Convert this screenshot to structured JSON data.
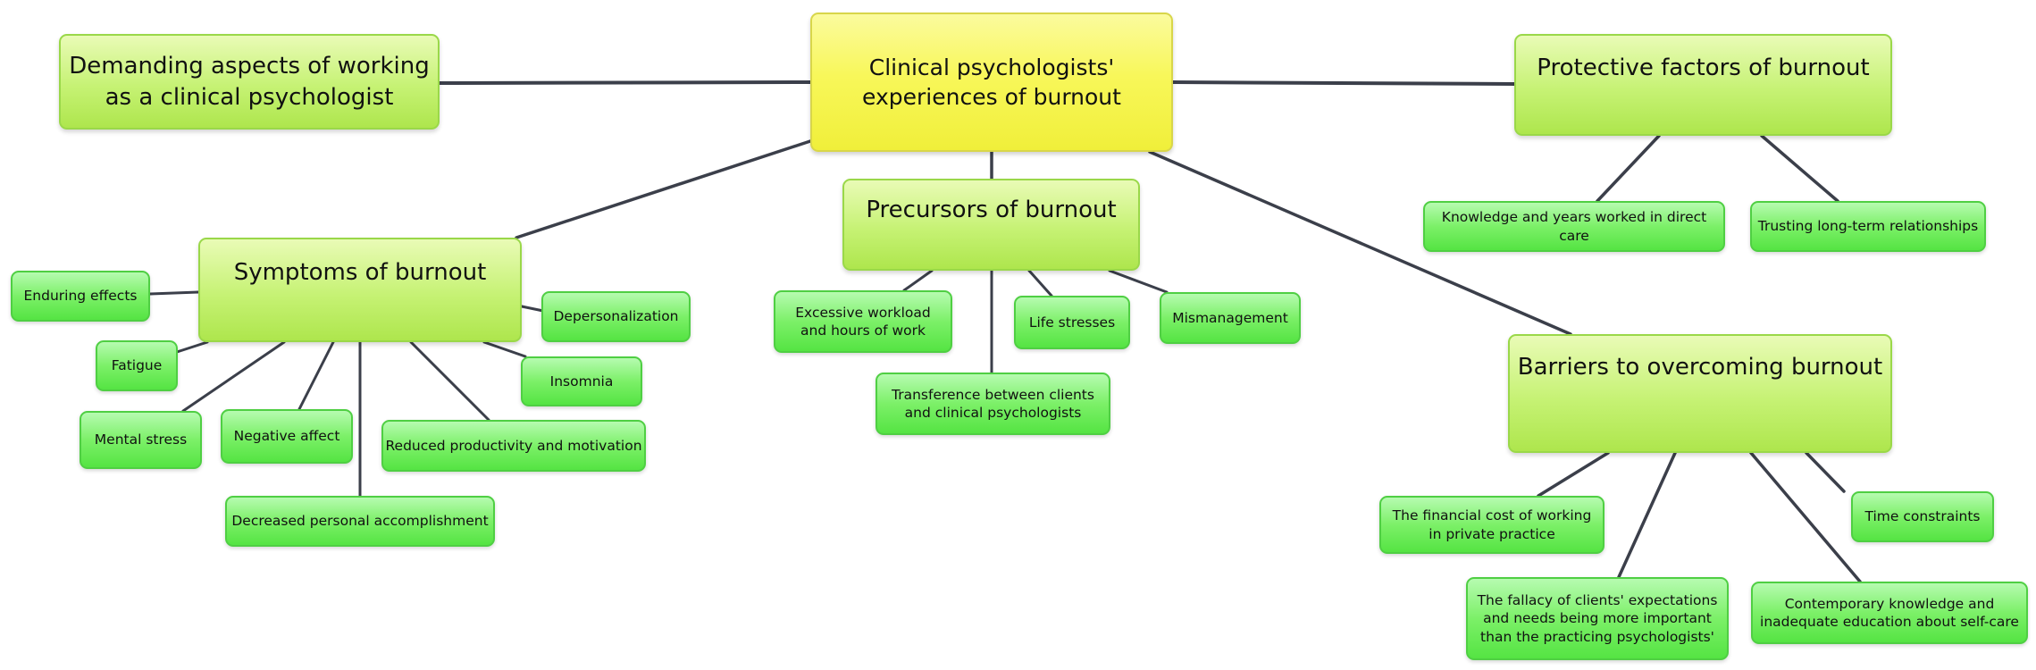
{
  "central": {
    "label": "Clinical psychologists'\nexperiences of burnout"
  },
  "topics": {
    "demanding": {
      "label": "Demanding aspects of working\nas a clinical psychologist"
    },
    "protective": {
      "label": "Protective factors of burnout"
    },
    "symptoms": {
      "label": "Symptoms of burnout"
    },
    "precursors": {
      "label": "Precursors of burnout"
    },
    "barriers": {
      "label": "Barriers to overcoming burnout"
    }
  },
  "leaves": {
    "protective": [
      "Knowledge and years worked in direct care",
      "Trusting long-term relationships"
    ],
    "symptoms": [
      "Enduring effects",
      "Fatigue",
      "Mental stress",
      "Negative affect",
      "Decreased personal accomplishment",
      "Reduced productivity and motivation",
      "Insomnia",
      "Depersonalization"
    ],
    "precursors": [
      "Excessive workload\nand hours of work",
      "Life stresses",
      "Mismanagement",
      "Transference between clients\nand clinical psychologists"
    ],
    "barriers": [
      "The financial cost of working\nin private practice",
      "The fallacy of clients' expectations\nand needs being more important\nthan the practicing psychologists'",
      "Contemporary knowledge and\ninadequate education about self-care",
      "Time constraints"
    ]
  },
  "colors": {
    "central_fill": "#f8f75a",
    "topic_fill": "#c6f274",
    "leaf_fill": "#7cf068",
    "connector": "#3b3f4a"
  }
}
